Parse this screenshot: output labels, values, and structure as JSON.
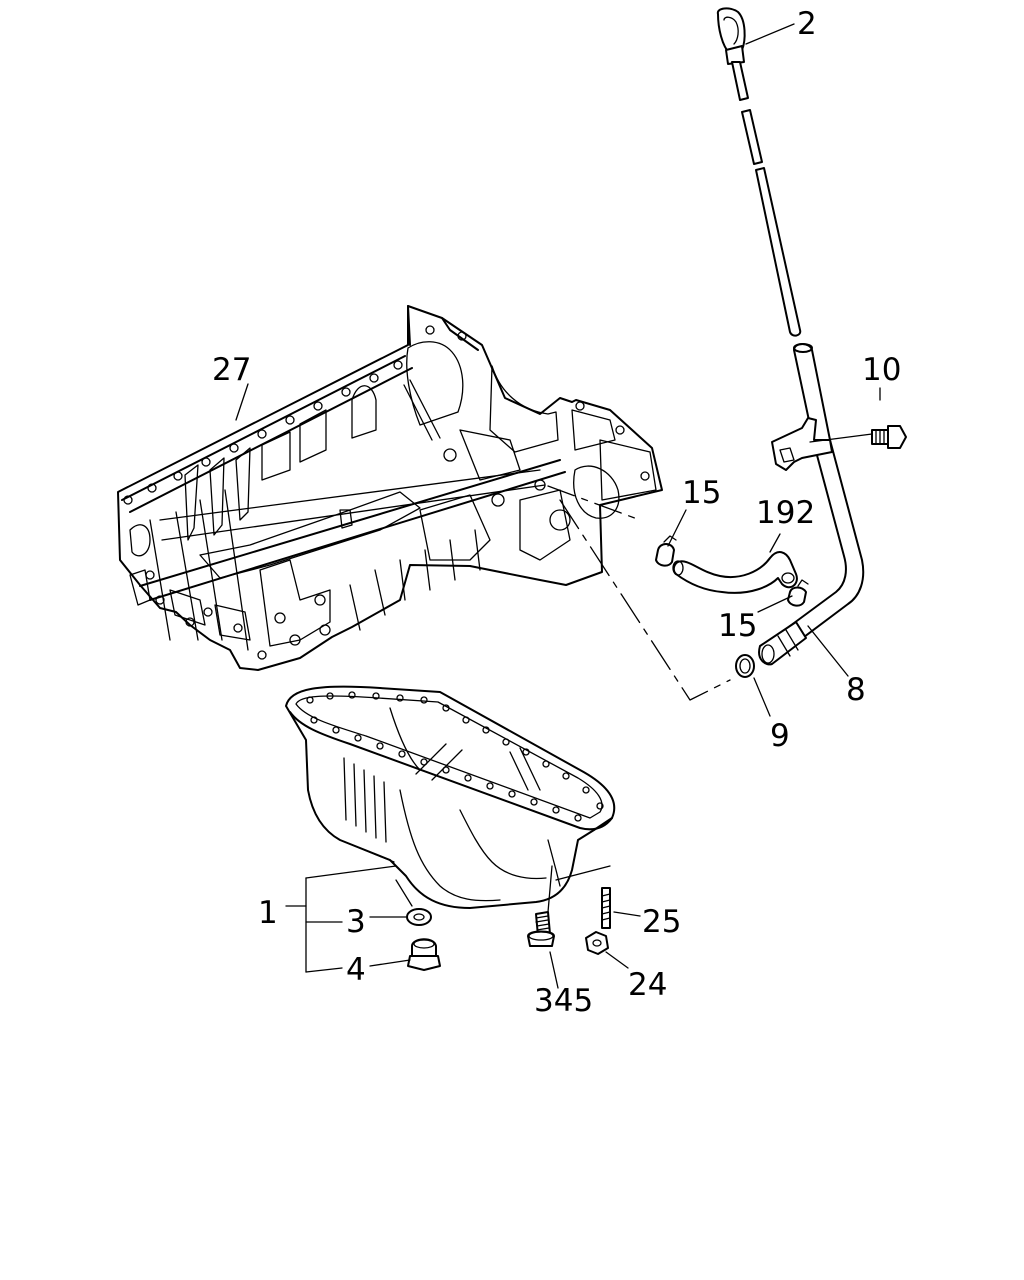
{
  "callouts": {
    "c1": "1",
    "c2": "2",
    "c3": "3",
    "c4": "4",
    "c8": "8",
    "c9": "9",
    "c10": "10",
    "c15a": "15",
    "c15b": "15",
    "c24": "24",
    "c25": "25",
    "c27": "27",
    "c192": "192",
    "c345": "345"
  }
}
